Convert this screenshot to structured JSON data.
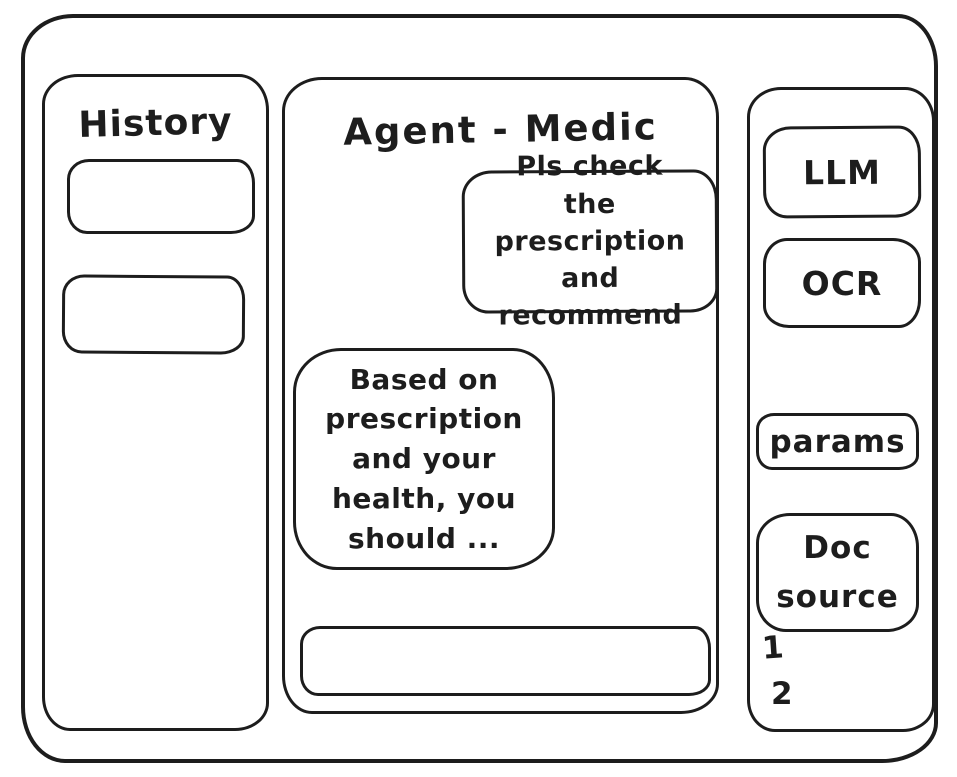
{
  "app": {
    "background": "#ffffff",
    "stroke_color": "#1d1d1d"
  },
  "history_panel": {
    "title": "History",
    "items": [
      {
        "label": ""
      },
      {
        "label": ""
      }
    ]
  },
  "chat_panel": {
    "title": "Agent - Medic",
    "messages": [
      {
        "role": "user",
        "text": "Pls check the prescription and recommend"
      },
      {
        "role": "assistant",
        "text": "Based on prescription and your health, you should ..."
      }
    ],
    "input": {
      "value": ""
    }
  },
  "tools_panel": {
    "buttons": [
      {
        "label": "LLM"
      },
      {
        "label": "OCR"
      },
      {
        "label": "params"
      },
      {
        "label": "Doc source"
      }
    ],
    "doc_source_items": [
      "1",
      "2"
    ]
  }
}
